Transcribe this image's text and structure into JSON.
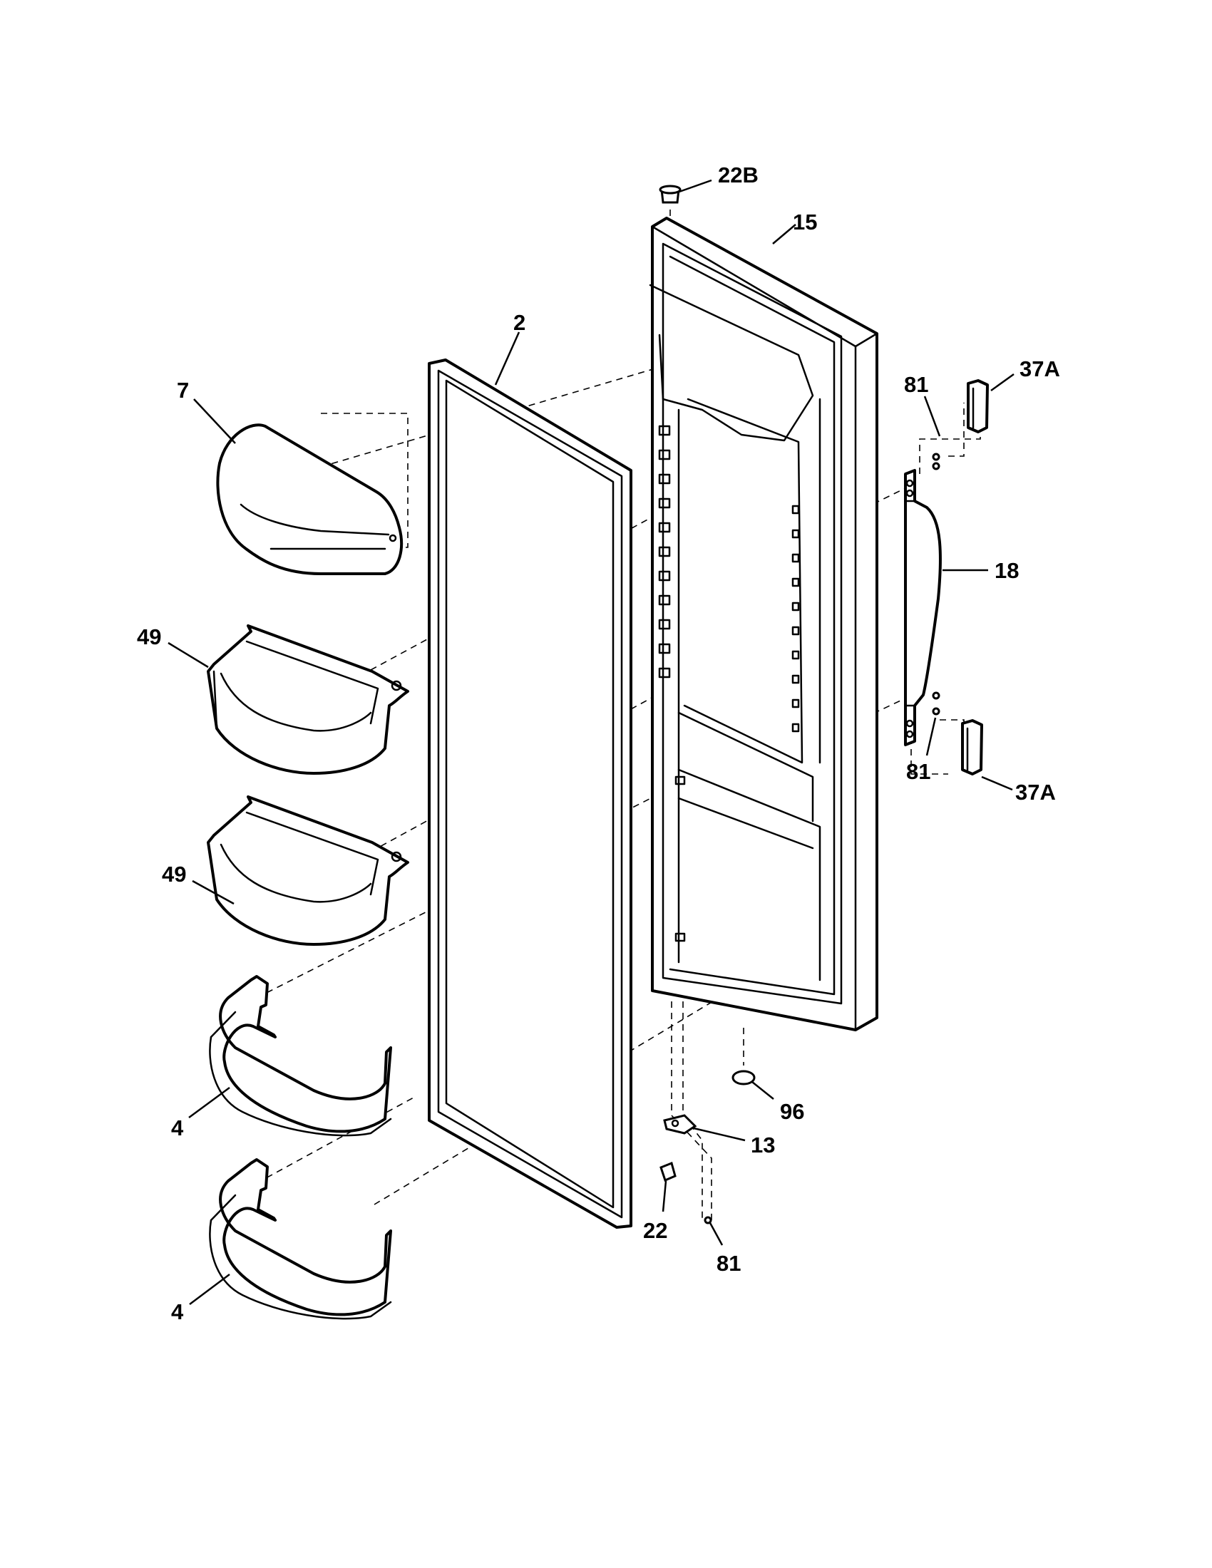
{
  "diagram": {
    "callouts": [
      {
        "id": "22B",
        "text": "22B"
      },
      {
        "id": "15",
        "text": "15"
      },
      {
        "id": "2",
        "text": "2"
      },
      {
        "id": "7",
        "text": "7"
      },
      {
        "id": "81a",
        "text": "81"
      },
      {
        "id": "37Aa",
        "text": "37A"
      },
      {
        "id": "18",
        "text": "18"
      },
      {
        "id": "49a",
        "text": "49"
      },
      {
        "id": "49b",
        "text": "49"
      },
      {
        "id": "81b",
        "text": "81"
      },
      {
        "id": "37Ab",
        "text": "37A"
      },
      {
        "id": "4a",
        "text": "4"
      },
      {
        "id": "96",
        "text": "96"
      },
      {
        "id": "13",
        "text": "13"
      },
      {
        "id": "22",
        "text": "22"
      },
      {
        "id": "81c",
        "text": "81"
      },
      {
        "id": "4b",
        "text": "4"
      }
    ]
  }
}
